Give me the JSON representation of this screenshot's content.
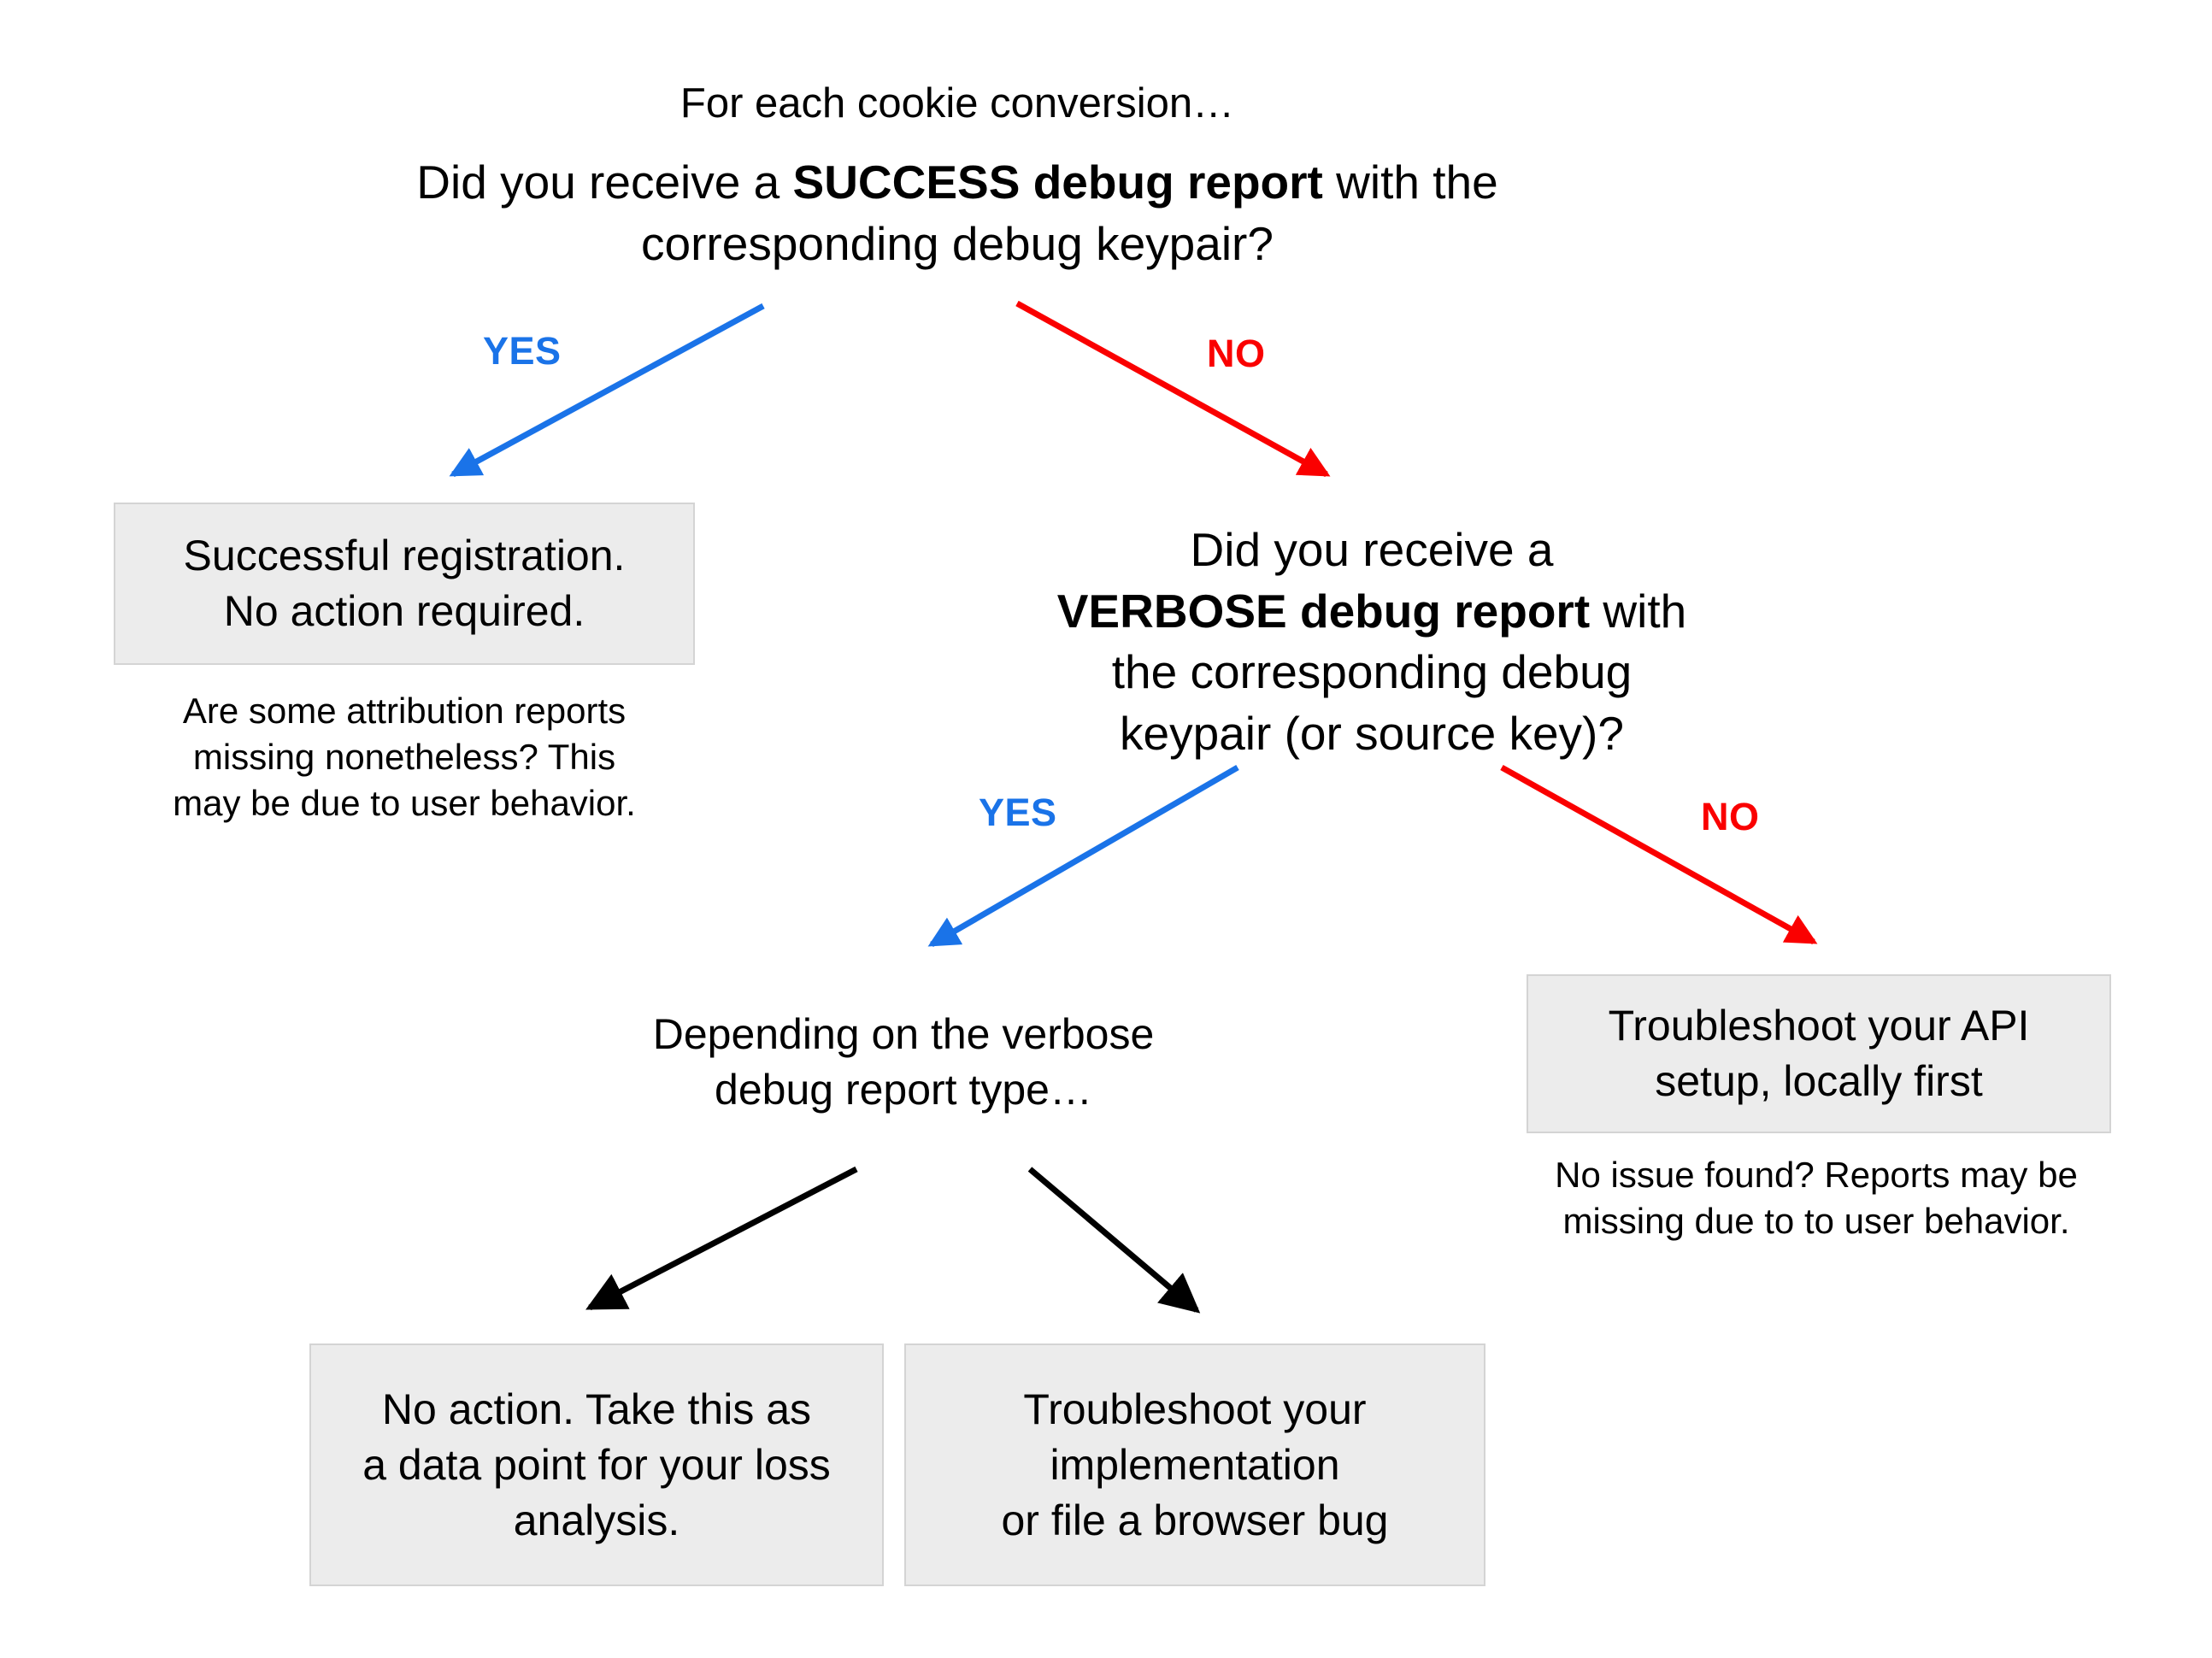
{
  "diagram": {
    "title_line": "For each cookie conversion…",
    "root_question_plain_1": "Did you receive a ",
    "root_question_bold": "SUCCESS debug report",
    "root_question_plain_2": " with the\ncorresponding debug keypair?",
    "second_question_plain_1": "Did you receive a\n",
    "second_question_bold": "VERBOSE debug report",
    "second_question_plain_2": " with\nthe corresponding debug\nkeypair (or source key)?",
    "branch_subhead": "Depending on the verbose\ndebug report type…",
    "boxes": {
      "successful_registration": "Successful registration.\nNo action required.",
      "troubleshoot_api": "Troubleshoot your API\nsetup, locally first",
      "no_action_loss_analysis": "No action. Take this as\na data point for your loss\nanalysis.",
      "troubleshoot_implementation": "Troubleshoot your\nimplementation\nor file a browser bug"
    },
    "captions": {
      "attribution_missing": "Are some attribution reports\nmissing nonetheless? This\nmay be due to user behavior.",
      "no_issue_found": "No issue found? Reports may be\nmissing due to to user behavior."
    },
    "edge_labels": {
      "root_yes": "YES",
      "root_no": "NO",
      "second_yes": "YES",
      "second_no": "NO"
    },
    "colors": {
      "yes_blue": "#1a73e8",
      "no_red": "#fa0000",
      "box_fill": "#ececec",
      "box_border": "#d4d4d4",
      "arrow_black": "#000000",
      "text": "#000000",
      "background": "#ffffff"
    }
  }
}
